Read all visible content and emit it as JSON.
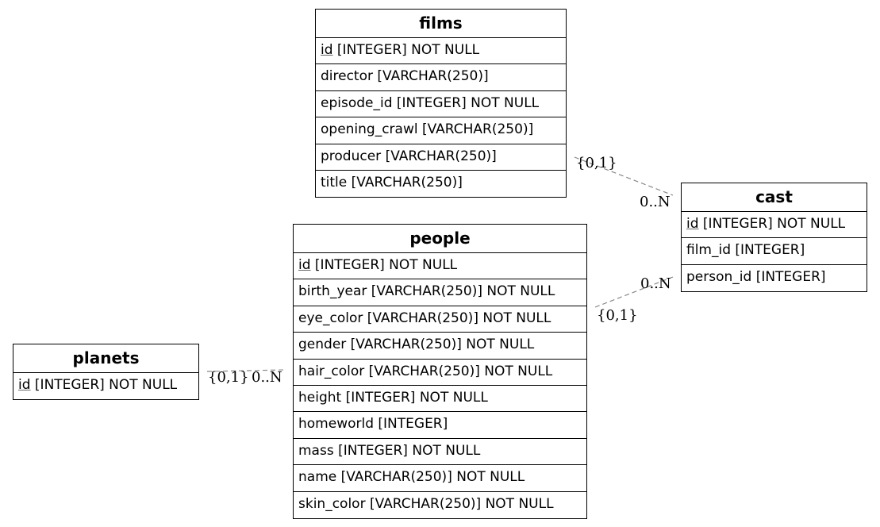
{
  "entities": {
    "films": {
      "title": "films",
      "columns": [
        {
          "pk": "id",
          "rest": " [INTEGER] NOT NULL"
        },
        {
          "text": "director [VARCHAR(250)]"
        },
        {
          "text": "episode_id [INTEGER] NOT NULL"
        },
        {
          "text": "opening_crawl [VARCHAR(250)]"
        },
        {
          "text": "producer [VARCHAR(250)]"
        },
        {
          "text": "title [VARCHAR(250)]"
        }
      ]
    },
    "cast": {
      "title": "cast",
      "columns": [
        {
          "pk": "id",
          "rest": " [INTEGER] NOT NULL"
        },
        {
          "text": "film_id [INTEGER]"
        },
        {
          "text": "person_id [INTEGER]"
        }
      ]
    },
    "people": {
      "title": "people",
      "columns": [
        {
          "pk": "id",
          "rest": " [INTEGER] NOT NULL"
        },
        {
          "text": "birth_year [VARCHAR(250)] NOT NULL"
        },
        {
          "text": "eye_color [VARCHAR(250)] NOT NULL"
        },
        {
          "text": "gender [VARCHAR(250)] NOT NULL"
        },
        {
          "text": "hair_color [VARCHAR(250)] NOT NULL"
        },
        {
          "text": "height [INTEGER] NOT NULL"
        },
        {
          "text": "homeworld [INTEGER]"
        },
        {
          "text": "mass [INTEGER] NOT NULL"
        },
        {
          "text": "name [VARCHAR(250)] NOT NULL"
        },
        {
          "text": "skin_color [VARCHAR(250)] NOT NULL"
        }
      ]
    },
    "planets": {
      "title": "planets",
      "columns": [
        {
          "pk": "id",
          "rest": " [INTEGER] NOT NULL"
        }
      ]
    }
  },
  "relationships": {
    "films_cast": {
      "from_card": "{0,1}",
      "to_card": "0..N"
    },
    "people_cast": {
      "from_card": "{0,1}",
      "to_card": "0..N"
    },
    "planets_people": {
      "from_card": "{0,1}",
      "to_card": "0..N"
    }
  },
  "colors": {
    "edge": "#888888",
    "border": "#000000"
  }
}
